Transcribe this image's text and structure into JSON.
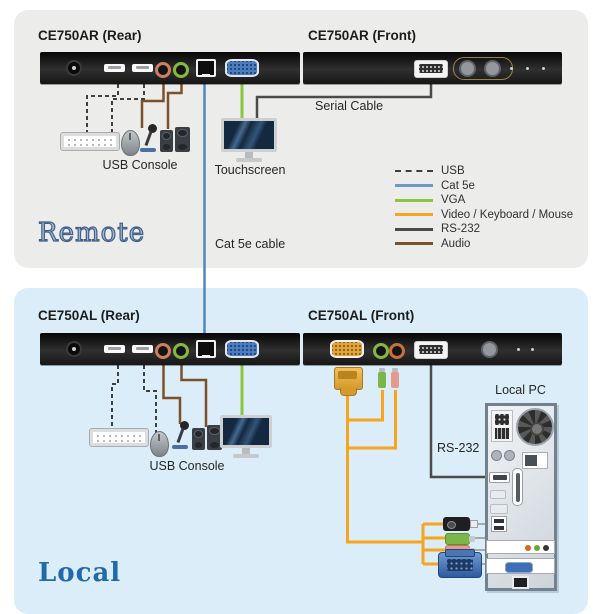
{
  "sections": {
    "remote_label": "Remote",
    "local_label": "Local"
  },
  "devices": {
    "remote_rear_title": "CE750AR (Rear)",
    "remote_front_title": "CE750AR (Front)",
    "local_rear_title": "CE750AL (Rear)",
    "local_front_title": "CE750AL (Front)"
  },
  "labels": {
    "usb_console_remote": "USB Console",
    "touchscreen": "Touchscreen",
    "serial_cable": "Serial Cable",
    "cat5e_cable": "Cat 5e cable",
    "usb_console_local": "USB Console",
    "local_pc": "Local PC",
    "rs232": "RS-232"
  },
  "legend": {
    "items": [
      {
        "label": "USB",
        "color": "#3f3f3f",
        "style": "dashed"
      },
      {
        "label": "Cat 5e",
        "color": "#6b9ac7",
        "style": "solid"
      },
      {
        "label": "VGA",
        "color": "#8cc63e",
        "style": "solid"
      },
      {
        "label": "Video / Keyboard / Mouse",
        "color": "#f7a521",
        "style": "solid"
      },
      {
        "label": "RS-232",
        "color": "#4b4b4b",
        "style": "solid"
      },
      {
        "label": "Audio",
        "color": "#7d5128",
        "style": "solid"
      }
    ]
  },
  "colors": {
    "remote_section_bg": "#ececeb",
    "local_section_bg": "#daedf8",
    "panel_black": "#1a1a1a",
    "vga_port_blue": "#4a7cc0",
    "sphd_yellow": "#e3a33a"
  }
}
